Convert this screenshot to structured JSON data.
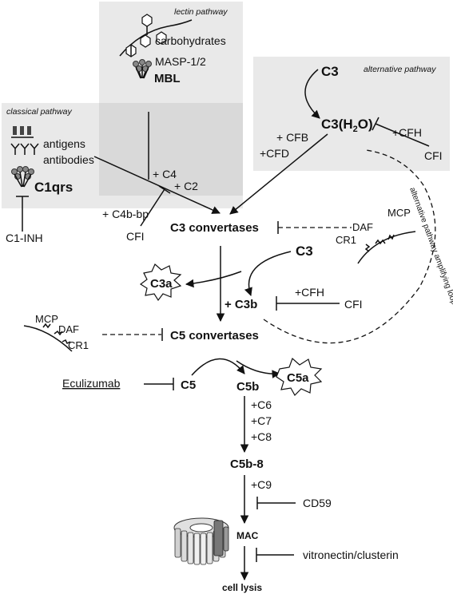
{
  "pathways": {
    "lectin": "lectin pathway",
    "classical": "classical pathway",
    "alternative": "alternative pathway"
  },
  "lectin": {
    "carbohydrates": "carbohydrates",
    "masp": "MASP-1/2",
    "mbl": "MBL"
  },
  "classical": {
    "antigens": "antigens",
    "antibodies": "antibodies",
    "c1qrs": "C1qrs",
    "c1inh": "C1-INH"
  },
  "alternative": {
    "c3": "C3",
    "c3h2o": "C3(H",
    "c3h2o_sub": "2",
    "c3h2o_end": "O)",
    "cfh": "+CFH",
    "cfi": "CFI",
    "cfb": "+ CFB",
    "cfd": "+CFD"
  },
  "mid": {
    "c4": "+ C4",
    "c2": "+ C2",
    "c4bbp": "+ C4b-bp",
    "cfi": "CFI",
    "c3_convertases": "C3 convertases",
    "mcp": "MCP",
    "daf": "DAF",
    "cr1": "CR1",
    "c3": "C3",
    "c3a": "C3a",
    "c3b": "+ C3b",
    "cfh2": "+CFH",
    "cfi2": "CFI",
    "amplifying_loop": "alternative pathway amplifying loop"
  },
  "c5": {
    "mcp": "MCP",
    "daf": "DAF",
    "cr1": "CR1",
    "c5_convertases": "C5 convertases",
    "eculizumab": "Eculizumab",
    "c5": "C5",
    "c5b": "C5b",
    "c5a": "C5a",
    "c6": "+C6",
    "c7": "+C7",
    "c8": "+C8",
    "c5b8": "C5b-8",
    "c9": "+C9",
    "cd59": "CD59",
    "mac": "MAC",
    "vitronectin": "vitronectin/clusterin",
    "cell_lysis": "cell lysis"
  }
}
